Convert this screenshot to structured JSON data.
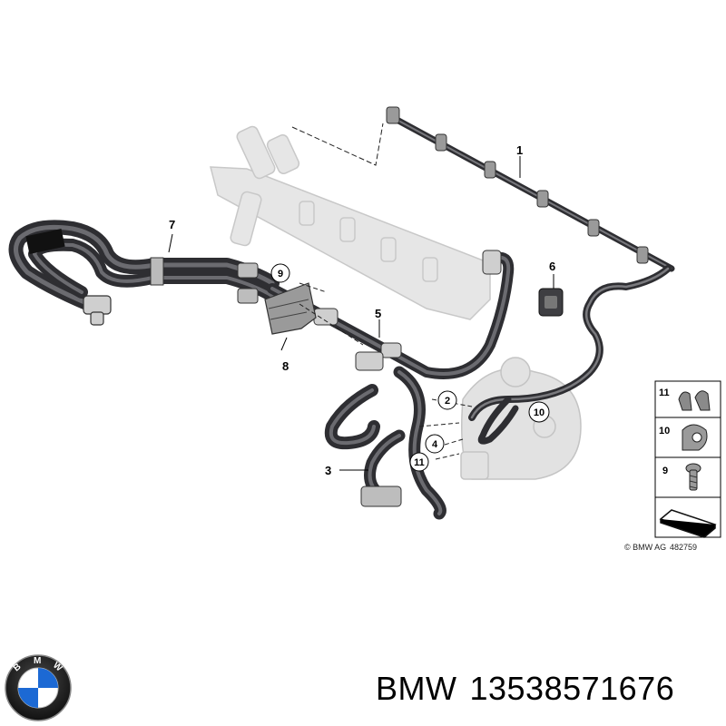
{
  "callouts": {
    "c1": "1",
    "c2": "2",
    "c3": "3",
    "c4": "4",
    "c5": "5",
    "c6": "6",
    "c7": "7",
    "c8": "8",
    "c9": "9",
    "c10": "10",
    "c11": "11"
  },
  "legend": {
    "rows": [
      "11",
      "10",
      "9"
    ]
  },
  "copyright": "© BMW AG",
  "diagram_number": "482759",
  "footer": {
    "brand": "BMW",
    "part_number": "13538571676"
  },
  "logo": {
    "letters": "BMW"
  },
  "colors": {
    "hose": "#3a3a3e",
    "ghost_part": "#d8d8d8",
    "leader": "#000000",
    "logo_blue": "#1c69d4"
  }
}
